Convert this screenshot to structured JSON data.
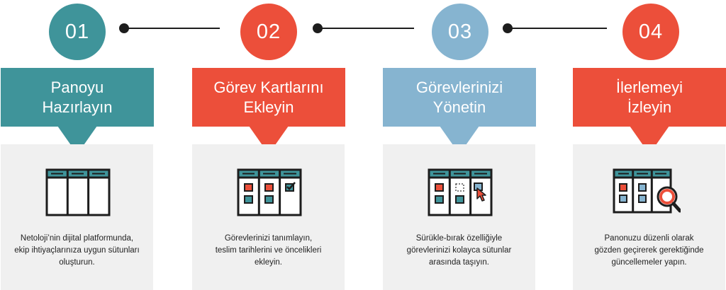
{
  "colors": {
    "teal": "#3f949a",
    "red": "#ec4f3a",
    "light_blue": "#86b4d0",
    "dark": "#1d1d1d",
    "panel": "#f0f0f0"
  },
  "steps": [
    {
      "number": "01",
      "title_line1": "Panoyu",
      "title_line2": "Hazırlayın",
      "icon": "empty-board-icon",
      "desc_line1": "Netoloji’nin dijital platformunda,",
      "desc_line2": "ekip ihtiyaçlarınıza uygun sütunları",
      "desc_line3": "oluşturun."
    },
    {
      "number": "02",
      "title_line1": "Görev Kartlarını",
      "title_line2": "Ekleyin",
      "icon": "board-with-cards-icon",
      "desc_line1": "Görevlerinizi tanımlayın,",
      "desc_line2": "teslim tarihlerini ve öncelikleri",
      "desc_line3": "ekleyin."
    },
    {
      "number": "03",
      "title_line1": "Görevlerinizi",
      "title_line2": "Yönetin",
      "icon": "drag-drop-board-icon",
      "desc_line1": "Sürükle-bırak özelliğiyle",
      "desc_line2": "görevlerinizi kolayca sütunlar",
      "desc_line3": "arasında taşıyın."
    },
    {
      "number": "04",
      "title_line1": "İlerlemeyi",
      "title_line2": "İzleyin",
      "icon": "board-magnifier-icon",
      "desc_line1": "Panonuzu düzenli olarak",
      "desc_line2": "gözden geçirerek gerektiğinde",
      "desc_line3": "güncellemeler yapın."
    }
  ]
}
